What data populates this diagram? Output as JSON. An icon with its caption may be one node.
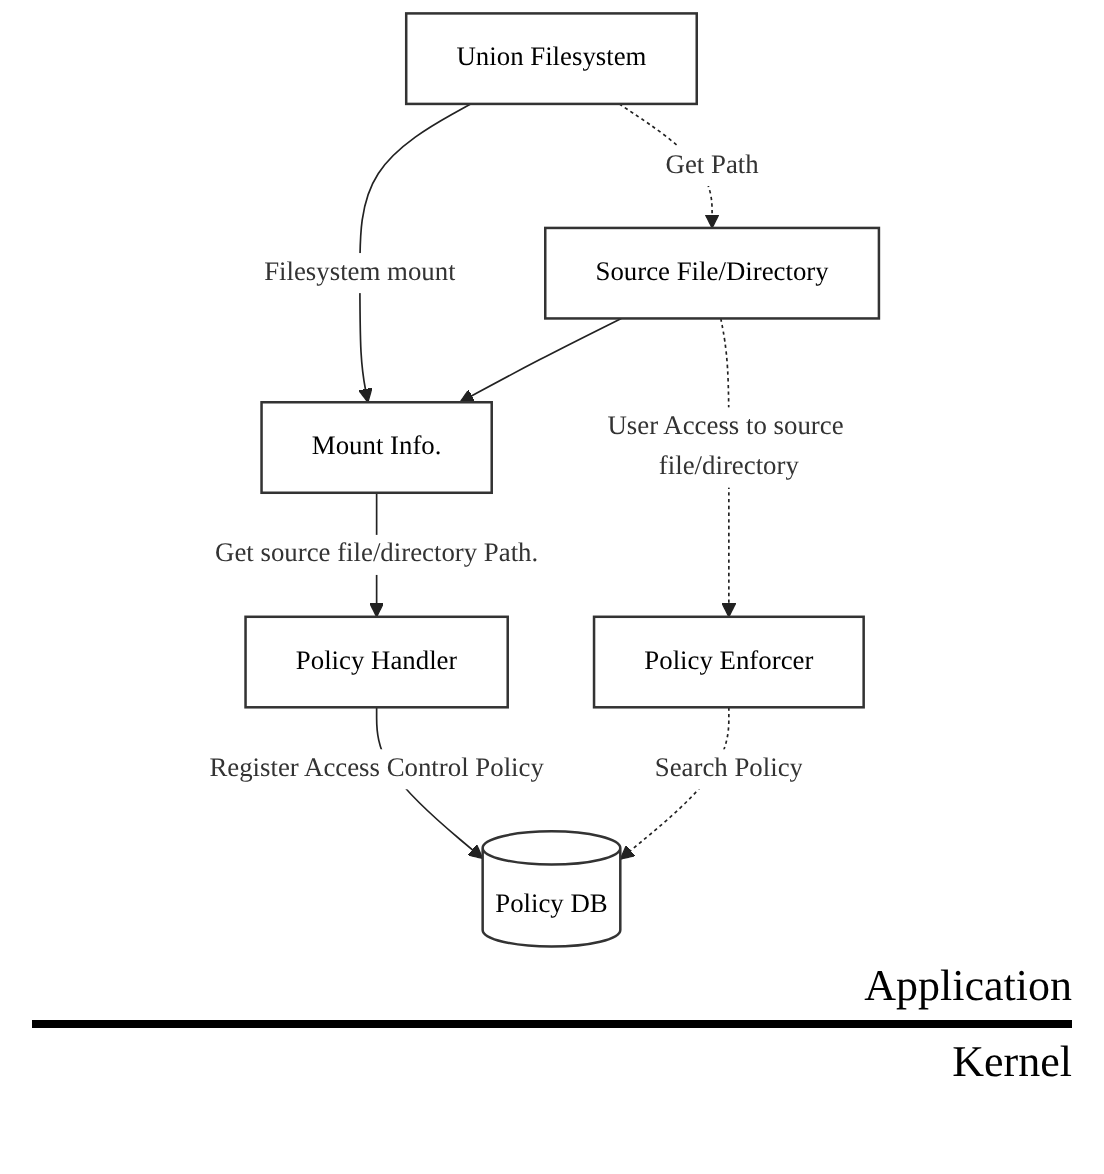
{
  "diagram": {
    "nodes": [
      {
        "text": [
          "Union Filesystem"
        ]
      },
      {
        "text": [
          "Source File/Directory"
        ]
      },
      {
        "text": [
          "Mount Info."
        ]
      },
      {
        "text": [
          "Policy Handler"
        ]
      },
      {
        "text": [
          "Policy Enforcer"
        ]
      },
      {
        "text": [
          "Policy DB"
        ]
      }
    ],
    "edges": [
      {
        "from": 0,
        "to": 1,
        "arrow": "to",
        "label": "Get Path",
        "style": "dashed"
      },
      {
        "from": 0,
        "to": 2,
        "arrow": "to",
        "label": "Filesystem mount"
      },
      {
        "from": 1,
        "to": 2,
        "arrow": "to"
      },
      {
        "from": 2,
        "to": 3,
        "arrow": "to",
        "label": "Get source file/directory Path."
      },
      {
        "from": 1,
        "to": 4,
        "arrow": "to",
        "label": "User Access to source file/directory",
        "style": "dashed"
      },
      {
        "from": 3,
        "to": 5,
        "arrow": "to",
        "label": "Register Access Control Policy"
      },
      {
        "from": 4,
        "to": 5,
        "arrow": "to",
        "label": "Search Policy",
        "style": "dashed"
      }
    ],
    "labels": [
      "Application",
      "Kernel"
    ]
  }
}
